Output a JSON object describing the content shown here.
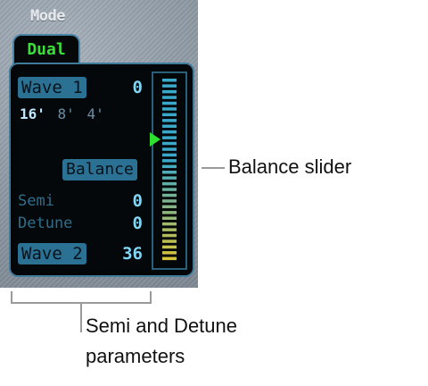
{
  "mode": {
    "label": "Mode",
    "tab": "Dual"
  },
  "wave1": {
    "label": "Wave 1",
    "value": "0",
    "footages": [
      "16'",
      "8'",
      "4'"
    ],
    "selected_footage": 0
  },
  "balance": {
    "label": "Balance",
    "slider_level": 0.33,
    "tick_count": 32
  },
  "semi": {
    "label": "Semi",
    "value": "0"
  },
  "detune": {
    "label": "Detune",
    "value": "0"
  },
  "wave2": {
    "label": "Wave 2",
    "value": "36"
  },
  "callouts": {
    "balance_slider": "Balance slider",
    "semi_detune_line1": "Semi and Detune",
    "semi_detune_line2": "parameters"
  },
  "colors": {
    "tick_top": "#3aa9c9",
    "tick_bottom": "#d8c23a",
    "thumb": "#2ee02e",
    "tab_text": "#3adf3a"
  }
}
